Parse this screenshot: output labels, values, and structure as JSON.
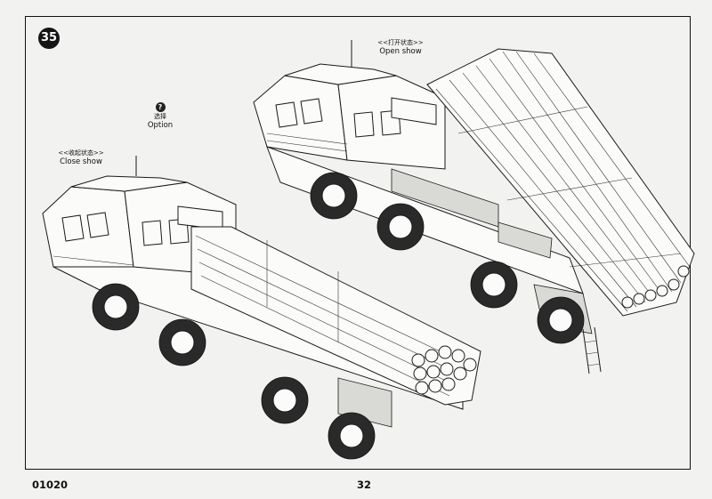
{
  "step": {
    "number": "35"
  },
  "labels": {
    "open": {
      "cn": "<<打开状态>>",
      "en": "Open show"
    },
    "close": {
      "cn": "<<收起状态>>",
      "en": "Close show"
    },
    "option": {
      "cn": "选择",
      "en": "Option"
    }
  },
  "footer": {
    "code": "01020",
    "page": "32"
  }
}
